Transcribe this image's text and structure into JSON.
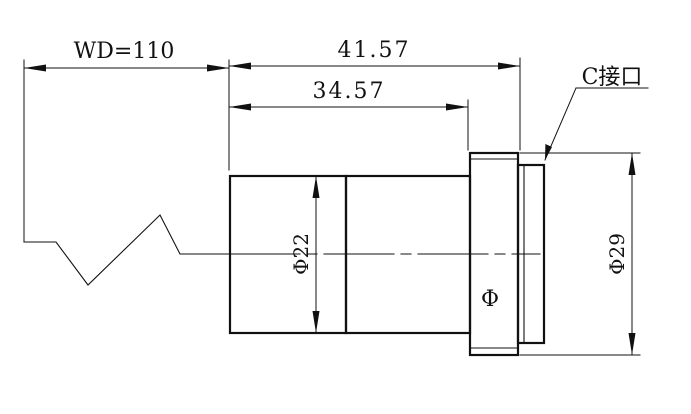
{
  "drawing": {
    "working_distance": "WD=110",
    "overall_length": "41.57",
    "body_length": "34.57",
    "mount_label": "C接口",
    "body_diameter": "Φ22",
    "mount_diameter": "Φ29",
    "screw_mark": "Φ"
  },
  "colors": {
    "line": "#111111",
    "background": "#ffffff"
  }
}
